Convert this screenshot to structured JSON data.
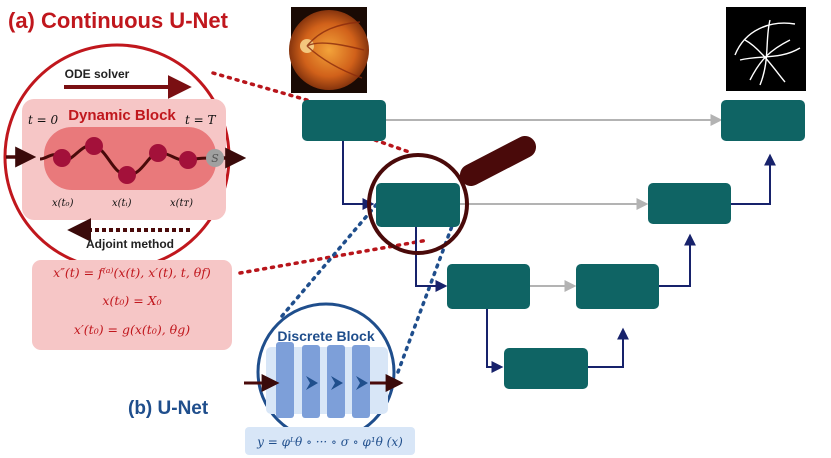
{
  "titles": {
    "continuous": "(a) Continuous U-Net",
    "unet": "(b) U-Net"
  },
  "dynamic_block": {
    "title": "Dynamic Block",
    "ode_solver": "ODE solver",
    "adjoint": "Adjoint method",
    "t_start": "t = 0",
    "t_end": "t = T",
    "x_t0": "x(t₀)",
    "x_ti": "x(tᵢ)",
    "x_tT": "x(tᴛ)",
    "solver_symbol": "S"
  },
  "equations": {
    "eq1": "x″(t) = f⁽ᵃ⁾(x(t), x′(t), t, θf)",
    "eq2": "x(t₀) = X₀",
    "eq3": "x′(t₀) = g(x(t₀), θg)"
  },
  "discrete_block": {
    "title": "Discrete Block",
    "formula": "y = φᴸθ ∘ ··· ∘ σ ∘ φ¹θ (x)"
  },
  "colors": {
    "red_dark": "#b8151b",
    "red_fill": "#f6c6c6",
    "red_mid": "#e9797b",
    "node": "#a3113a",
    "teal": "#0f6464",
    "navy": "#17226b",
    "gray": "#b3b3b3",
    "blue": "#1f4e8c",
    "blue_fill": "#d8e6f7",
    "blue_bar": "#7d9fd9",
    "brown": "#4a0a0a"
  }
}
